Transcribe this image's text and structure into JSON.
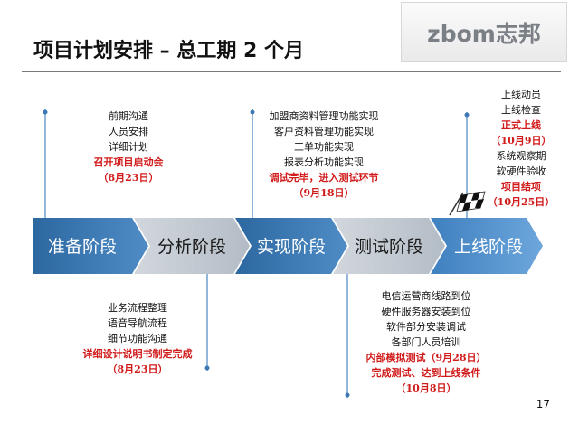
{
  "title": "项目计划安排 – 总工期 2 个月",
  "logo": "zbom志邦",
  "page_number": "17",
  "stages": [
    "准备阶段",
    "分析阶段",
    "实现阶段",
    "测试阶段",
    "上线阶段"
  ],
  "blocks": {
    "prepare": [
      {
        "text": "前期沟通",
        "red": false
      },
      {
        "text": "人员安排",
        "red": false
      },
      {
        "text": "详细计划",
        "red": false
      },
      {
        "text": "召开项目启动会",
        "red": true
      },
      {
        "text": "（8月23日）",
        "red": true
      }
    ],
    "implement": [
      {
        "text": "加盟商资料管理功能实现",
        "red": false
      },
      {
        "text": "客户资料管理功能实现",
        "red": false
      },
      {
        "text": "工单功能实现",
        "red": false
      },
      {
        "text": "报表分析功能实现",
        "red": false
      },
      {
        "text": "调试完毕，进入测试环节",
        "red": true
      },
      {
        "text": "（9月18日）",
        "red": true
      }
    ],
    "launch": [
      {
        "text": "上线动员",
        "red": false
      },
      {
        "text": "上线检查",
        "red": false
      },
      {
        "text": "正式上线",
        "red": true
      },
      {
        "text": "（10月9日）",
        "red": true
      },
      {
        "text": "系统观察期",
        "red": false
      },
      {
        "text": "软硬件验收",
        "red": false
      },
      {
        "text": "项目结项",
        "red": true
      },
      {
        "text": "（10月25日）",
        "red": true
      }
    ],
    "analysis": [
      {
        "text": "业务流程整理",
        "red": false
      },
      {
        "text": "语音导航流程",
        "red": false
      },
      {
        "text": "细节功能沟通",
        "red": false
      },
      {
        "text": "详细设计说明书制定完成",
        "red": true
      },
      {
        "text": "（8月23日）",
        "red": true
      }
    ],
    "test": [
      {
        "text": "电信运营商线路到位",
        "red": false
      },
      {
        "text": "硬件服务器安装到位",
        "red": false
      },
      {
        "text": "软件部分安装调试",
        "red": false
      },
      {
        "text": "各部门人员培训",
        "red": false
      },
      {
        "text": "内部模拟测试（9月28日）",
        "red": true
      },
      {
        "text": "完成测试、达到上线条件",
        "red": true
      },
      {
        "text": "（10月8日）",
        "red": true
      }
    ]
  },
  "colors": {
    "stage_dark": "#2f6aa0",
    "stage_light": "#c2c9d2",
    "connector": "#6f9fcc",
    "highlight": "#d11a1a"
  }
}
